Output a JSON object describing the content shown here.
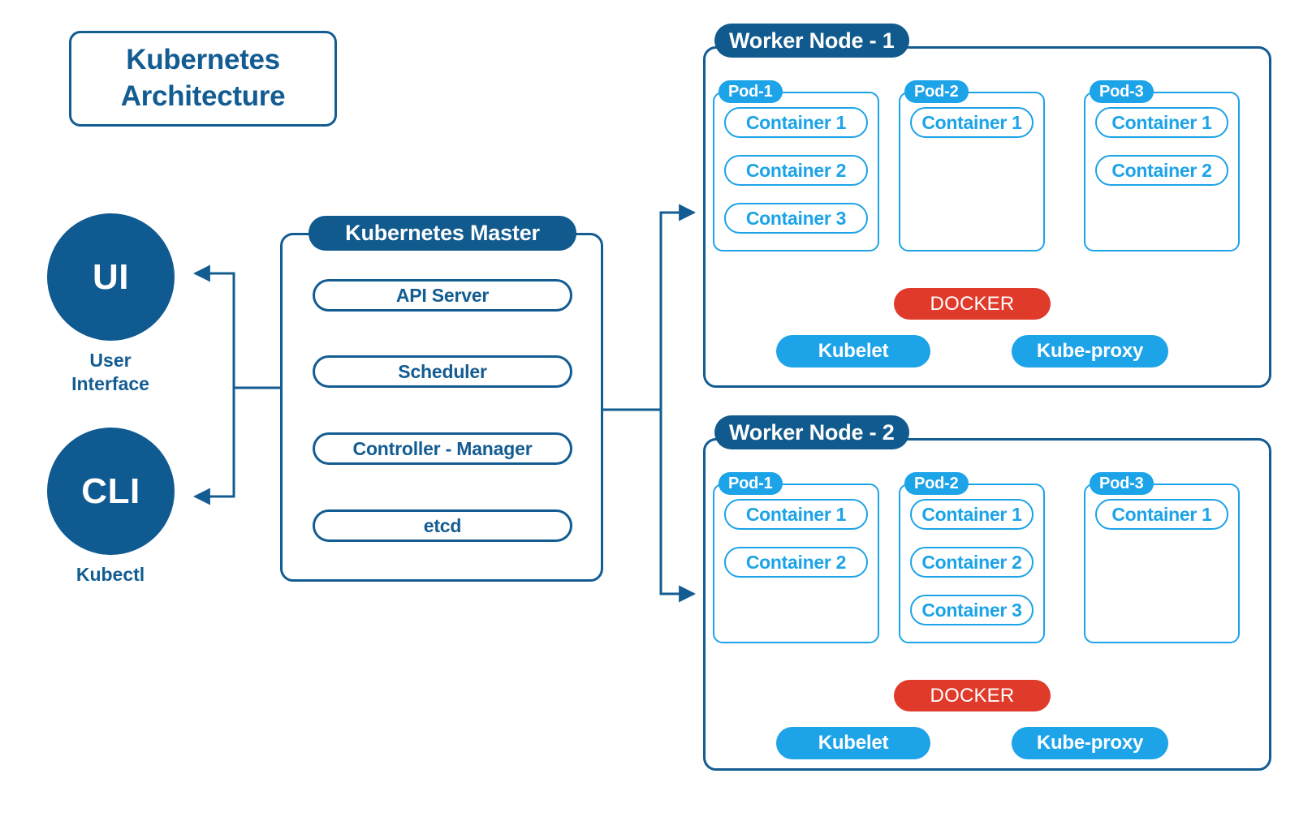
{
  "diagram": {
    "title_line1": "Kubernetes",
    "title_line2": "Architecture",
    "accent_dark_blue": "#135C92",
    "accent_pill_blue": "#105A8E",
    "accent_light_blue": "#1CA3E8",
    "accent_red": "#E03A2B",
    "background": "#FFFFFF"
  },
  "clients": [
    {
      "id": "ui",
      "badge": "UI",
      "label_line1": "User",
      "label_line2": "Interface"
    },
    {
      "id": "cli",
      "badge": "CLI",
      "label_line1": "Kubectl",
      "label_line2": ""
    }
  ],
  "master": {
    "title": "Kubernetes Master",
    "items": [
      {
        "label": "API Server"
      },
      {
        "label": "Scheduler"
      },
      {
        "label": "Controller - Manager"
      },
      {
        "label": "etcd"
      }
    ]
  },
  "workers": [
    {
      "title": "Worker Node - 1",
      "pods": [
        {
          "label": "Pod-1",
          "containers": [
            "Container 1",
            "Container 2",
            "Container 3"
          ]
        },
        {
          "label": "Pod-2",
          "containers": [
            "Container 1"
          ]
        },
        {
          "label": "Pod-3",
          "containers": [
            "Container 1",
            "Container 2"
          ]
        }
      ],
      "runtime": "DOCKER",
      "services": [
        "Kubelet",
        "Kube-proxy"
      ]
    },
    {
      "title": "Worker Node - 2",
      "pods": [
        {
          "label": "Pod-1",
          "containers": [
            "Container 1",
            "Container 2"
          ]
        },
        {
          "label": "Pod-2",
          "containers": [
            "Container 1",
            "Container 2",
            "Container 3"
          ]
        },
        {
          "label": "Pod-3",
          "containers": [
            "Container 1"
          ]
        }
      ],
      "runtime": "DOCKER",
      "services": [
        "Kubelet",
        "Kube-proxy"
      ]
    }
  ]
}
